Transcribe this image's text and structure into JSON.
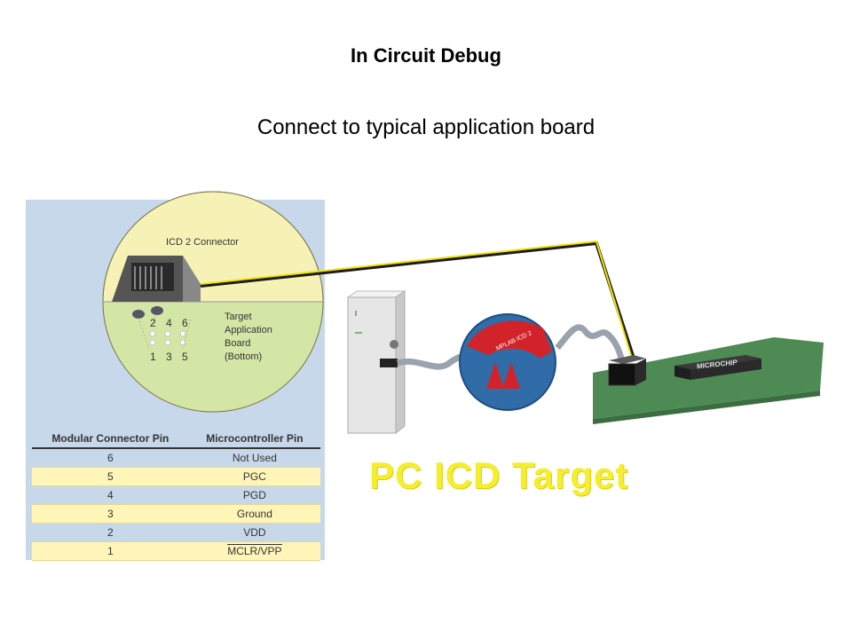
{
  "slide": {
    "title": "In Circuit Debug",
    "subtitle": "Connect to typical application board"
  },
  "connector_diagram": {
    "connector_label": "ICD 2 Connector",
    "pins_top": "2 4 6",
    "pins_bottom": "1 3 5",
    "board_label": [
      "Target",
      "Application",
      "Board",
      "(Bottom)"
    ]
  },
  "pin_table": {
    "headers": [
      "Modular Connector Pin",
      "Microcontroller Pin"
    ],
    "rows": [
      {
        "pin": "6",
        "mcu": "Not Used"
      },
      {
        "pin": "5",
        "mcu": "PGC"
      },
      {
        "pin": "4",
        "mcu": "PGD"
      },
      {
        "pin": "3",
        "mcu": "Ground"
      },
      {
        "pin": "2",
        "mcu": "VDD"
      },
      {
        "pin": "1",
        "mcu": "MCLR/VPP"
      }
    ]
  },
  "setup_diagram": {
    "caption": "PC ICD Target",
    "chip_label": "MICROCHIP",
    "colors": {
      "caption": "#f4ee2e",
      "board": "#4e8a54",
      "puck": "#2f6ca8",
      "puck_top": "#d3232a",
      "wire": "#f2e600"
    }
  }
}
